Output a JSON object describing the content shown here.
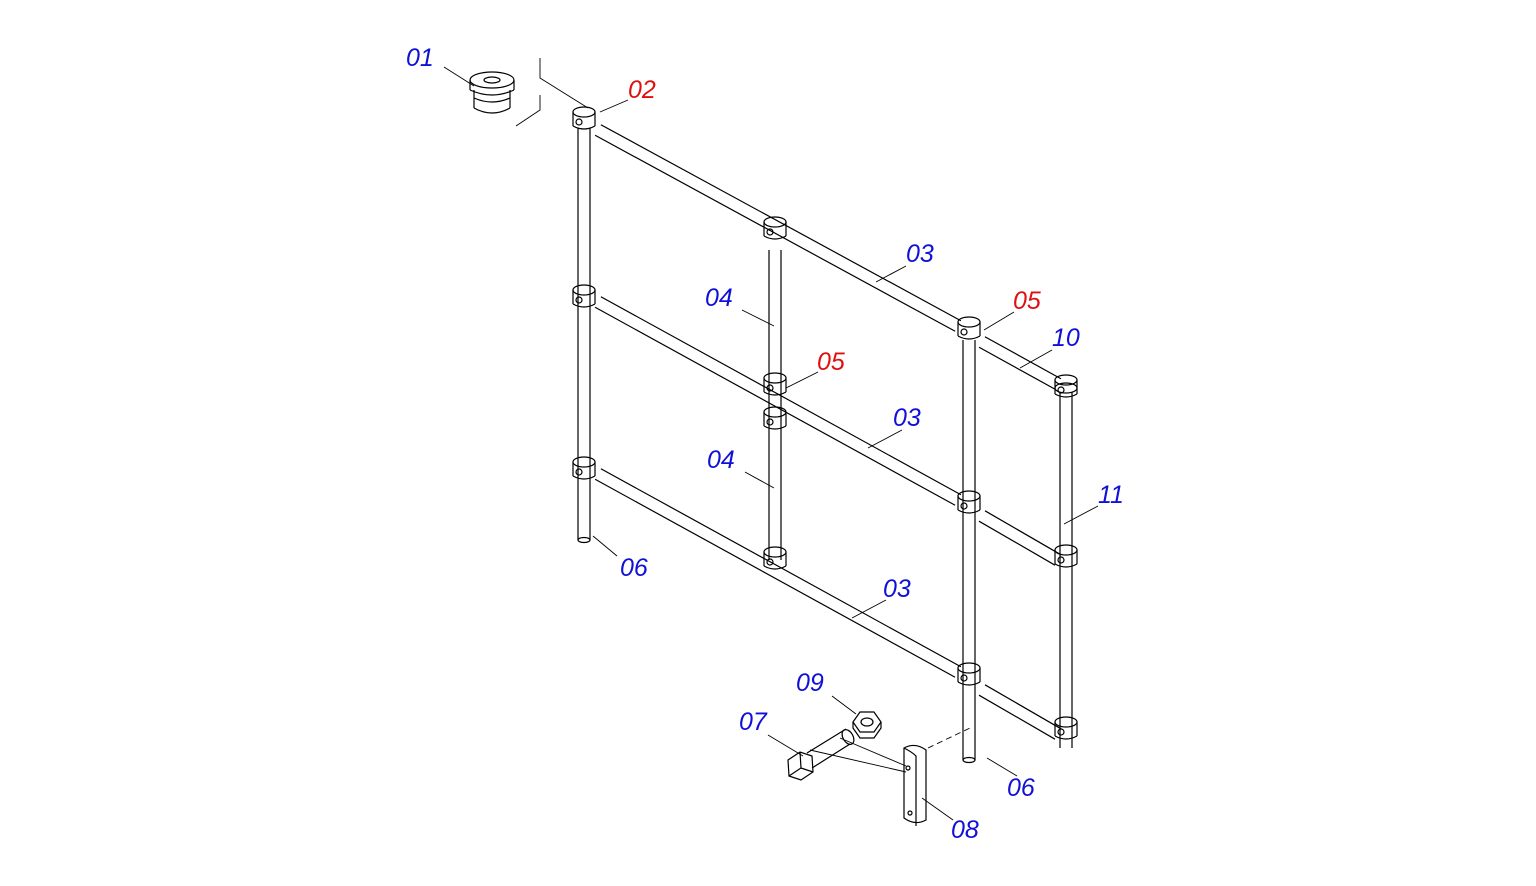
{
  "colors": {
    "label_blue": "#1010d8",
    "label_red": "#e01010",
    "line": "#000000"
  },
  "labels": {
    "l01": "01",
    "l02": "02",
    "l03a": "03",
    "l03b": "03",
    "l03c": "03",
    "l04a": "04",
    "l04b": "04",
    "l05a": "05",
    "l05b": "05",
    "l06a": "06",
    "l06b": "06",
    "l07": "07",
    "l08": "08",
    "l09": "09",
    "l10": "10",
    "l11": "11"
  }
}
